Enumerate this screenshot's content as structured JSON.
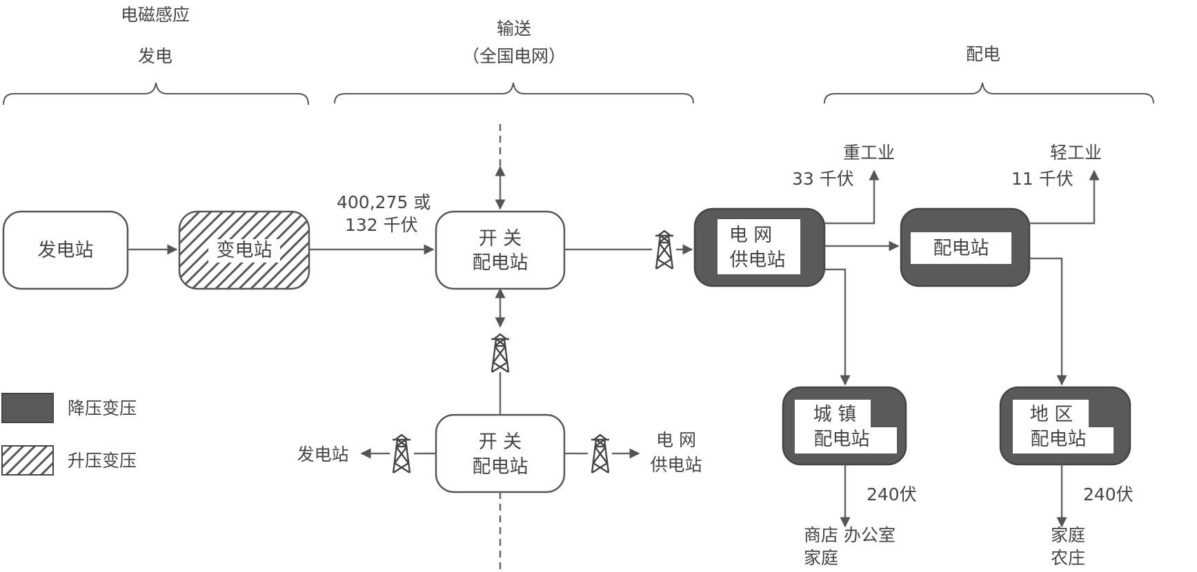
{
  "stages": {
    "generation_top": "电磁感应",
    "generation": "发电",
    "transmission": "输送",
    "transmission_sub": "（全国电网）",
    "distribution": "配电"
  },
  "boxes": {
    "power_station": "发电站",
    "substation": "变电站",
    "switching_1_line1": "开 关",
    "switching_1_line2": "配电站",
    "switching_2_line1": "开 关",
    "switching_2_line2": "配电站",
    "grid_line1": "电 网",
    "grid_line2": "供电站",
    "distribution": "配电站",
    "town_line1": "城 镇",
    "town_line2": "配电站",
    "area_line1": "地 区",
    "area_line2": "配电站"
  },
  "labels": {
    "transmission_voltage_1": "400,275 或",
    "transmission_voltage_2": "132 千伏",
    "heavy_industry": "重工业",
    "heavy_voltage": "33 千伏",
    "light_industry": "轻工业",
    "light_voltage": "11 千伏",
    "town_voltage": "240伏",
    "town_consumers_1": "商店  办公室",
    "town_consumers_2": "家庭",
    "area_voltage": "240伏",
    "area_consumers_1": "家庭",
    "area_consumers_2": "农庄",
    "left_power_station": "发电站",
    "right_grid_1": "电 网",
    "right_grid_2": "供电站"
  },
  "legend": {
    "step_down": "降压变压",
    "step_up": "升压变压"
  },
  "colors": {
    "step_down_fill": "#5a5a5a",
    "line": "#666666"
  }
}
